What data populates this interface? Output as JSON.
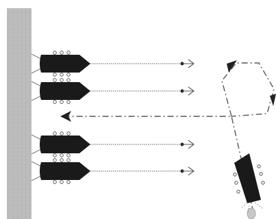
{
  "diagram": {
    "description_labels": [],
    "colors": {
      "quay_fill": "#bdbdbd",
      "quay_speckle": "#9a9a9a",
      "hull": "#1a1a1a",
      "line": "#555555",
      "arrow": "#222222",
      "fender": "#ffffff",
      "prop_wash": "#c8c8c8"
    },
    "moored_boats": [
      {
        "name": "boat-1"
      },
      {
        "name": "boat-2"
      },
      {
        "name": "boat-3"
      },
      {
        "name": "boat-4"
      }
    ],
    "maneuvering_boat": {
      "name": "maneuvering-boat"
    },
    "icons": [
      "quay-wall",
      "mooring-line",
      "dotted-bearing-line",
      "direction-arrow",
      "dash-dot-course-line",
      "turn-arrow",
      "fender"
    ]
  }
}
